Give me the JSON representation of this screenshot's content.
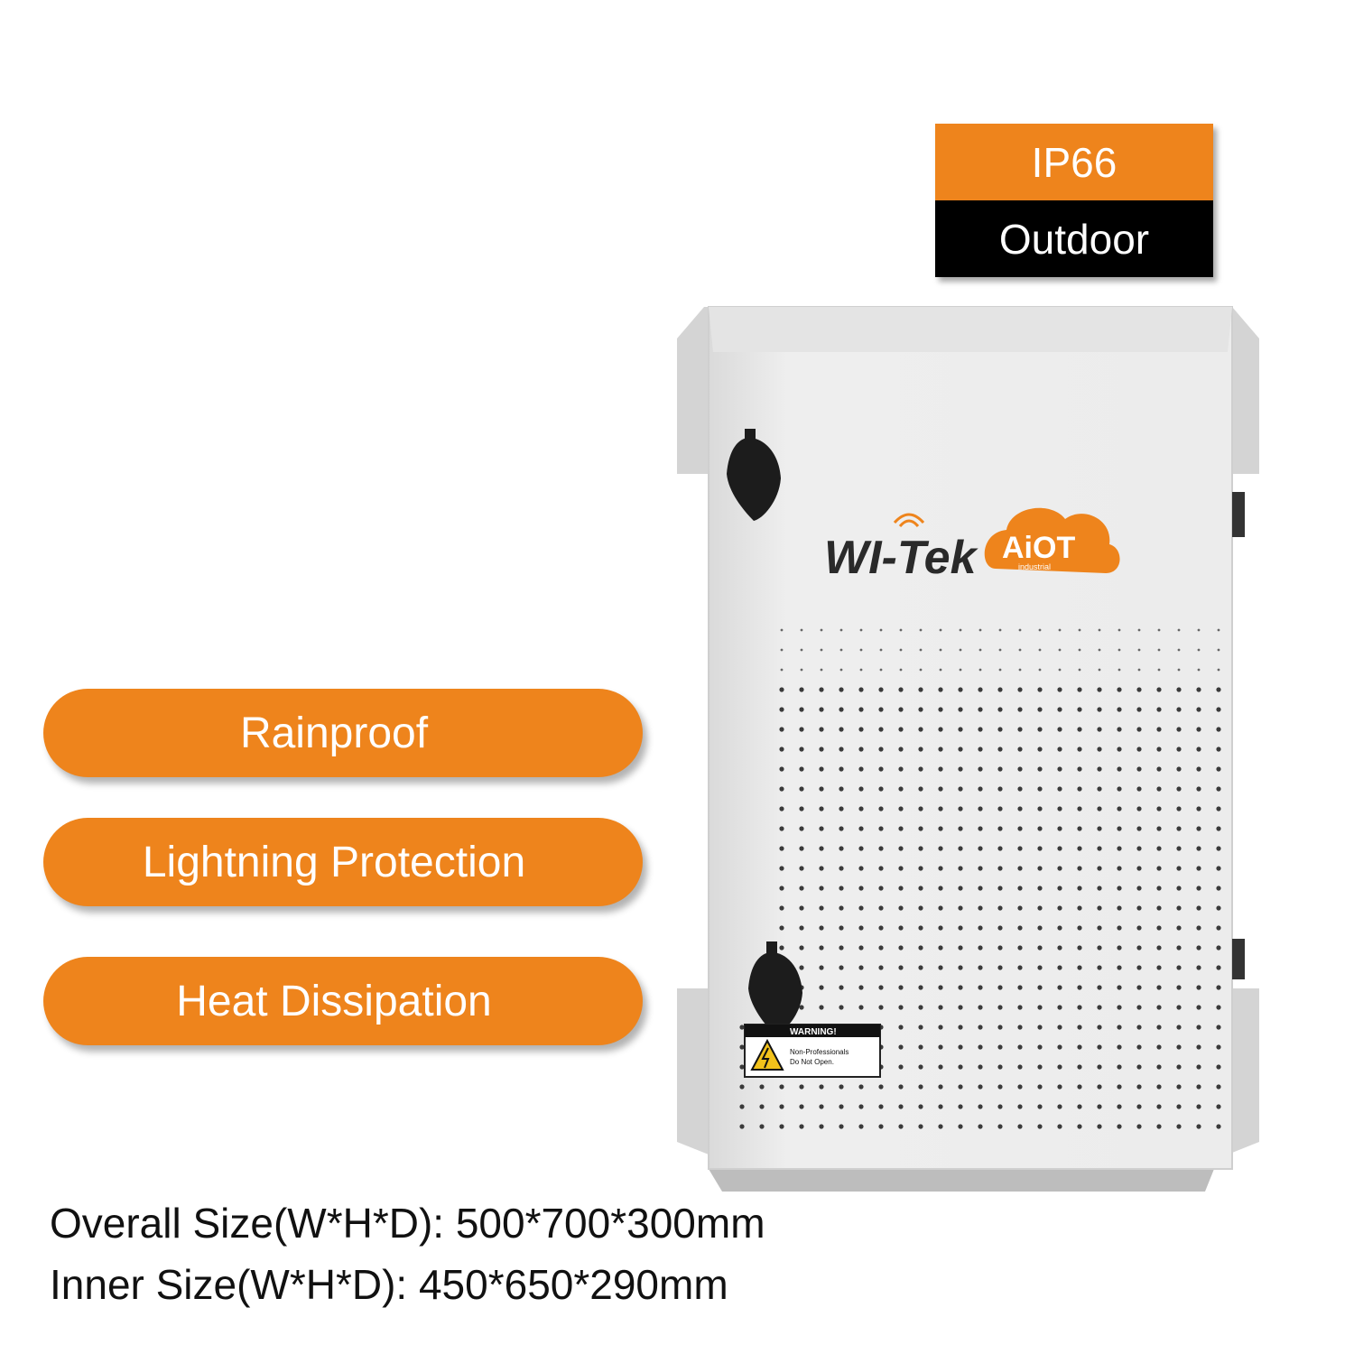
{
  "badge": {
    "rating": "IP66",
    "environment": "Outdoor"
  },
  "features": [
    "Rainproof",
    "Lightning Protection",
    "Heat Dissipation"
  ],
  "specs": {
    "overall": "Overall Size(W*H*D): 500*700*300mm",
    "inner": "Inner Size(W*H*D): 450*650*290mm"
  },
  "product": {
    "brand": "WI-Tek",
    "logo_badge": "AiOT",
    "logo_sub": "industrial",
    "warning_title": "WARNING!",
    "warning_line1": "Non-Professionals",
    "warning_line2": "Do Not Open."
  },
  "colors": {
    "accent": "#ee841c",
    "dark": "#000000",
    "cabinet": "#ebebeb"
  }
}
